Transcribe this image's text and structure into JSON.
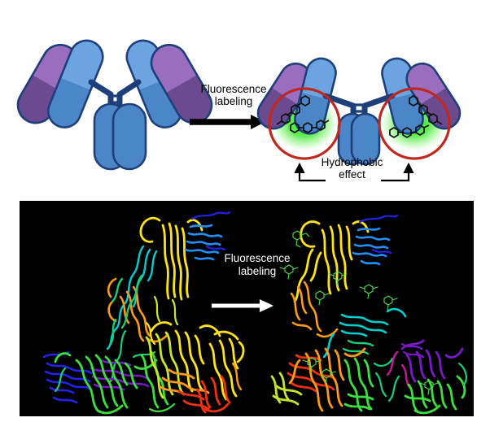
{
  "figure": {
    "title": "Fluorescence labeling of an antibody and the hydrophobic effect",
    "panels": [
      "schematic",
      "molecular-ribbon"
    ]
  },
  "schematic": {
    "transition_label": "Fluorescence\nlabeling",
    "annotation_label": "Hydrophobic\neffect",
    "unlabeled_antibody": {
      "name": "unlabeled-antibody",
      "light_chain_top_color": "#9B6DBF",
      "light_chain_bottom_color": "#6B4A8F",
      "heavy_chain_top_color": "#6BA4E0",
      "heavy_chain_bottom_color": "#4A86C8",
      "fc_color": "#4A86C8",
      "outline_color": "#1F3F7A",
      "domains": [
        "light-chain-variable-left",
        "light-chain-constant-left",
        "heavy-chain-variable-left",
        "heavy-chain-constant-left",
        "light-chain-variable-right",
        "light-chain-constant-right",
        "heavy-chain-variable-right",
        "heavy-chain-constant-right",
        "fc-domain-left",
        "fc-domain-right",
        "hinge-disulfide"
      ]
    },
    "labeled_antibody": {
      "name": "labeled-antibody",
      "highlight_circle_color": "#C0281E",
      "glow_color": "#33DD22",
      "dye_outline_color": "#111111",
      "highlight_regions": [
        "left-hydrophobic-patch",
        "right-hydrophobic-patch"
      ],
      "dye_molecules_per_region": 2
    },
    "arrow_color": "#000000"
  },
  "ribbon": {
    "transition_label": "Fluorescence\nlabeling",
    "background_color": "#000000",
    "arrow_color": "#ffffff",
    "structures": [
      {
        "name": "unlabeled-antibody-structure",
        "position": "left",
        "dye_clusters": 0,
        "ribbon_colors": [
          "#2222EE",
          "#1E90FF",
          "#00CFCF",
          "#16D07A",
          "#3CE03C",
          "#C8E62A",
          "#FFE312",
          "#FF9A12",
          "#F03010",
          "#C8189B",
          "#7A18C8"
        ]
      },
      {
        "name": "labeled-antibody-structure",
        "position": "right",
        "dye_clusters": 9,
        "dye_color": "#4CE04C",
        "ribbon_colors": [
          "#2222EE",
          "#1E90FF",
          "#00CFCF",
          "#16D07A",
          "#3CE03C",
          "#C8E62A",
          "#FFE312",
          "#FF9A12",
          "#F03010",
          "#C8189B",
          "#7A18C8"
        ]
      }
    ]
  }
}
